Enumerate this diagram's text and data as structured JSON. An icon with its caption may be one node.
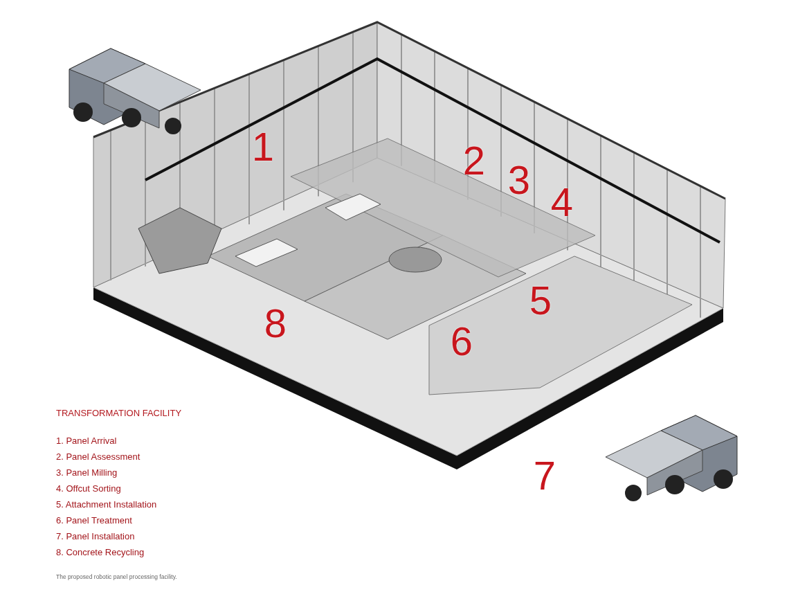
{
  "diagram": {
    "title": "TRANSFORMATION FACILITY",
    "caption": "The proposed robotic panel processing facility.",
    "labels": [
      "1",
      "2",
      "3",
      "4",
      "5",
      "8",
      "6",
      "7",
      "1. Panel Arrival",
      "2. Panel Assessment",
      "3. Panel Milling",
      "4. Offcut Sorting",
      "5. Attachment Installation",
      "6. Panel Treatment",
      "7. Panel Installation",
      "8. Concrete Recycling"
    ]
  }
}
